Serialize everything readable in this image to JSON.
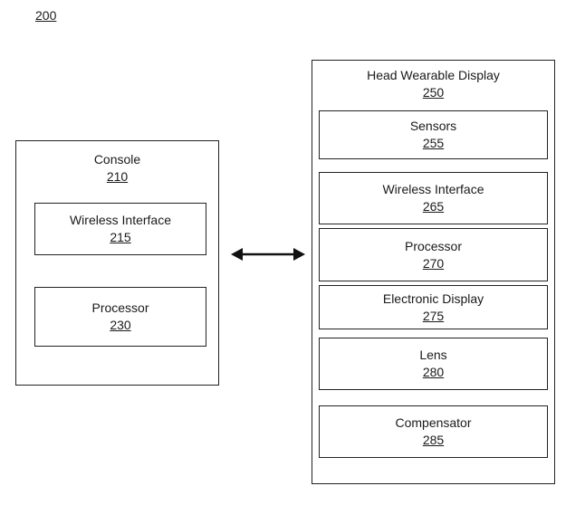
{
  "figure_number": "200",
  "console": {
    "label": "Console",
    "ref": "210",
    "components": [
      {
        "label": "Wireless Interface",
        "ref": "215"
      },
      {
        "label": "Processor",
        "ref": "230"
      }
    ]
  },
  "head_wearable_display": {
    "label": "Head Wearable Display",
    "ref": "250",
    "components": [
      {
        "label": "Sensors",
        "ref": "255"
      },
      {
        "label": "Wireless Interface",
        "ref": "265"
      },
      {
        "label": "Processor",
        "ref": "270"
      },
      {
        "label": "Electronic Display",
        "ref": "275"
      },
      {
        "label": "Lens",
        "ref": "280"
      },
      {
        "label": "Compensator",
        "ref": "285"
      }
    ]
  }
}
